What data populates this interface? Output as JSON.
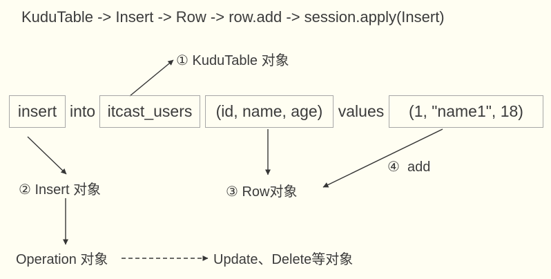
{
  "colors": {
    "background": "#FFFEF2",
    "text": "#3B3B3B",
    "box_border": "#A6A6A6",
    "arrow": "#363636"
  },
  "title": "KuduTable -> Insert -> Row -> row.add -> session.apply(Insert)",
  "sql": {
    "tokens": [
      {
        "text": "insert",
        "boxed": true
      },
      {
        "text": "into",
        "boxed": false
      },
      {
        "text": "itcast_users",
        "boxed": true
      },
      {
        "text": "(id, name, age)",
        "boxed": true
      },
      {
        "text": "values",
        "boxed": false
      },
      {
        "text": "(1, \"name1\", 18)",
        "boxed": true
      }
    ]
  },
  "annotations": {
    "kudutable": "① KuduTable 对象",
    "insert": "② Insert 对象",
    "row": "③ Row对象",
    "add": "④  add",
    "operation": "Operation 对象",
    "update_delete": "Update、Delete等对象"
  }
}
